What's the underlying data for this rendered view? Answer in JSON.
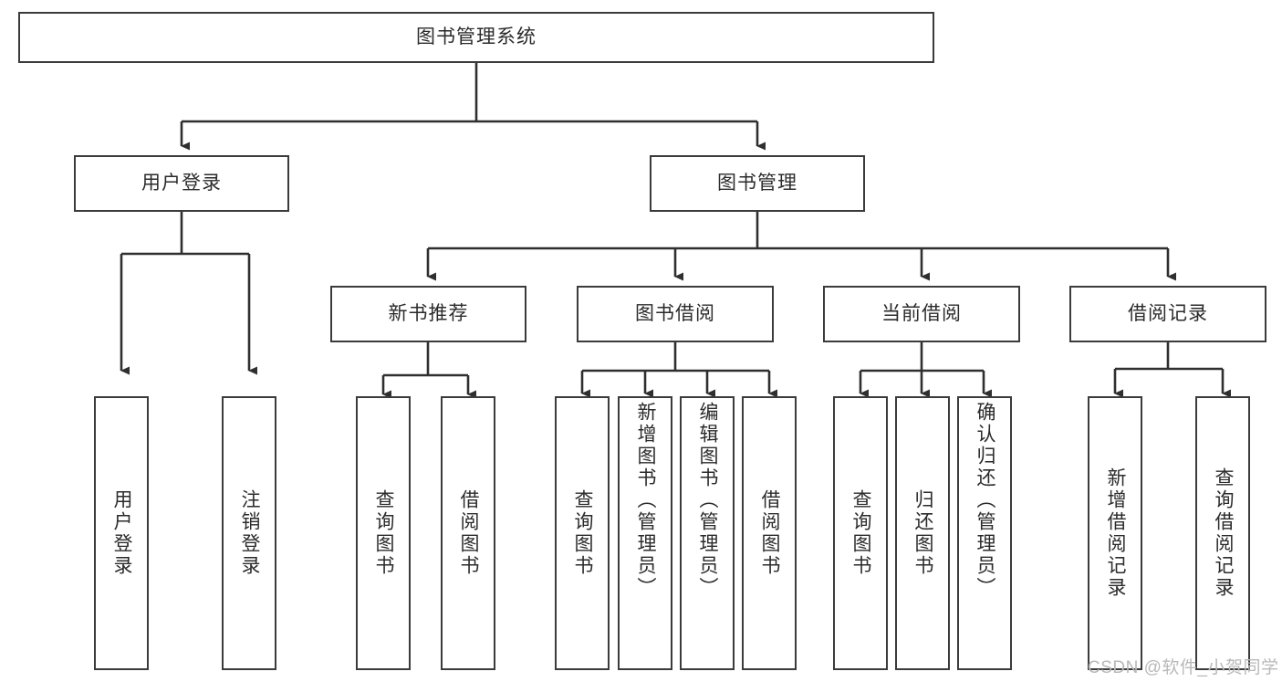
{
  "diagram": {
    "title": "图书管理系统",
    "type": "tree-hierarchy-chart",
    "stroke_color": "#3b3b3b",
    "background_color": "#ffffff",
    "text_color": "#2b2b2b",
    "root": {
      "label": "图书管理系统"
    },
    "level2": [
      {
        "label": "用户登录"
      },
      {
        "label": "图书管理"
      }
    ],
    "level3": [
      {
        "label": "新书推荐"
      },
      {
        "label": "图书借阅"
      },
      {
        "label": "当前借阅"
      },
      {
        "label": "借阅记录"
      }
    ],
    "leaves": {
      "user_login": [
        {
          "label": "用户登录"
        },
        {
          "label": "注销登录"
        }
      ],
      "new_book_recommend": [
        {
          "label": "查询图书"
        },
        {
          "label": "借阅图书"
        }
      ],
      "book_borrow": [
        {
          "label": "查询图书"
        },
        {
          "label": "新增图书（管理员）"
        },
        {
          "label": "编辑图书（管理员）"
        },
        {
          "label": "借阅图书"
        }
      ],
      "current_borrow": [
        {
          "label": "查询图书"
        },
        {
          "label": "归还图书"
        },
        {
          "label": "确认归还（管理员）"
        }
      ],
      "borrow_record": [
        {
          "label": "新增借阅记录"
        },
        {
          "label": "查询借阅记录"
        }
      ]
    }
  },
  "watermark": {
    "text": "CSDN @软件_小贺同学",
    "color": "#b9b9b9"
  }
}
